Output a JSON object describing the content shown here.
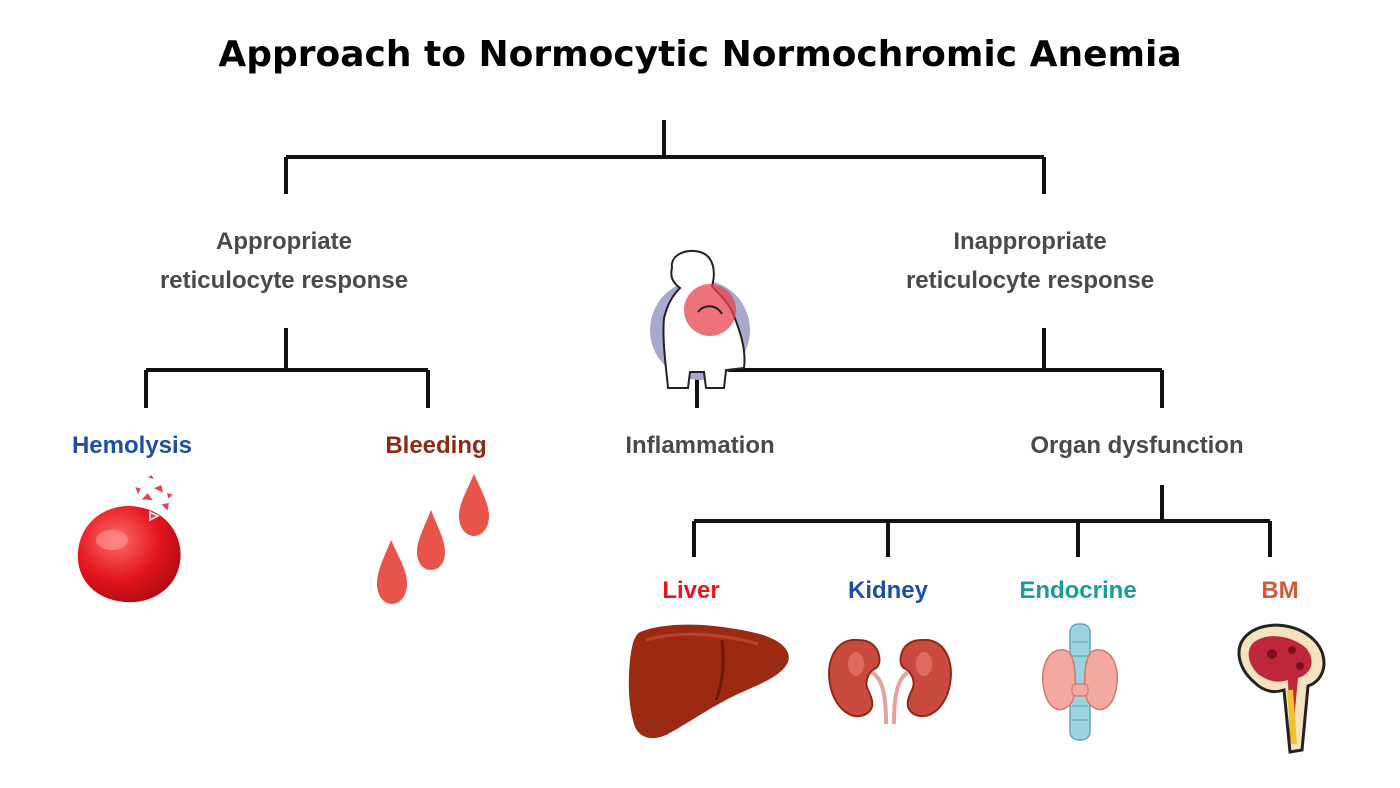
{
  "title": "Approach to Normocytic Normochromic Anemia",
  "branches": {
    "appropriate": {
      "line1": "Appropriate",
      "line2": "reticulocyte response"
    },
    "inappropriate": {
      "line1": "Inappropriate",
      "line2": "reticulocyte response"
    }
  },
  "causes": {
    "hemolysis": "Hemolysis",
    "bleeding": "Bleeding",
    "inflammation": "Inflammation",
    "organ_dysfunction": "Organ dysfunction"
  },
  "organs": {
    "liver": "Liver",
    "kidney": "Kidney",
    "endocrine": "Endocrine",
    "bm": "BM"
  },
  "colors": {
    "line": "#111111",
    "branch_text": "#4a4a4a",
    "hemolysis": "#1d4fa8",
    "bleeding": "#8e2a14",
    "inflammation": "#4a4a4a",
    "liver": "#e8161b",
    "kidney": "#1d4fa8",
    "endocrine": "#1a9c9c",
    "bm": "#d05a3a"
  }
}
